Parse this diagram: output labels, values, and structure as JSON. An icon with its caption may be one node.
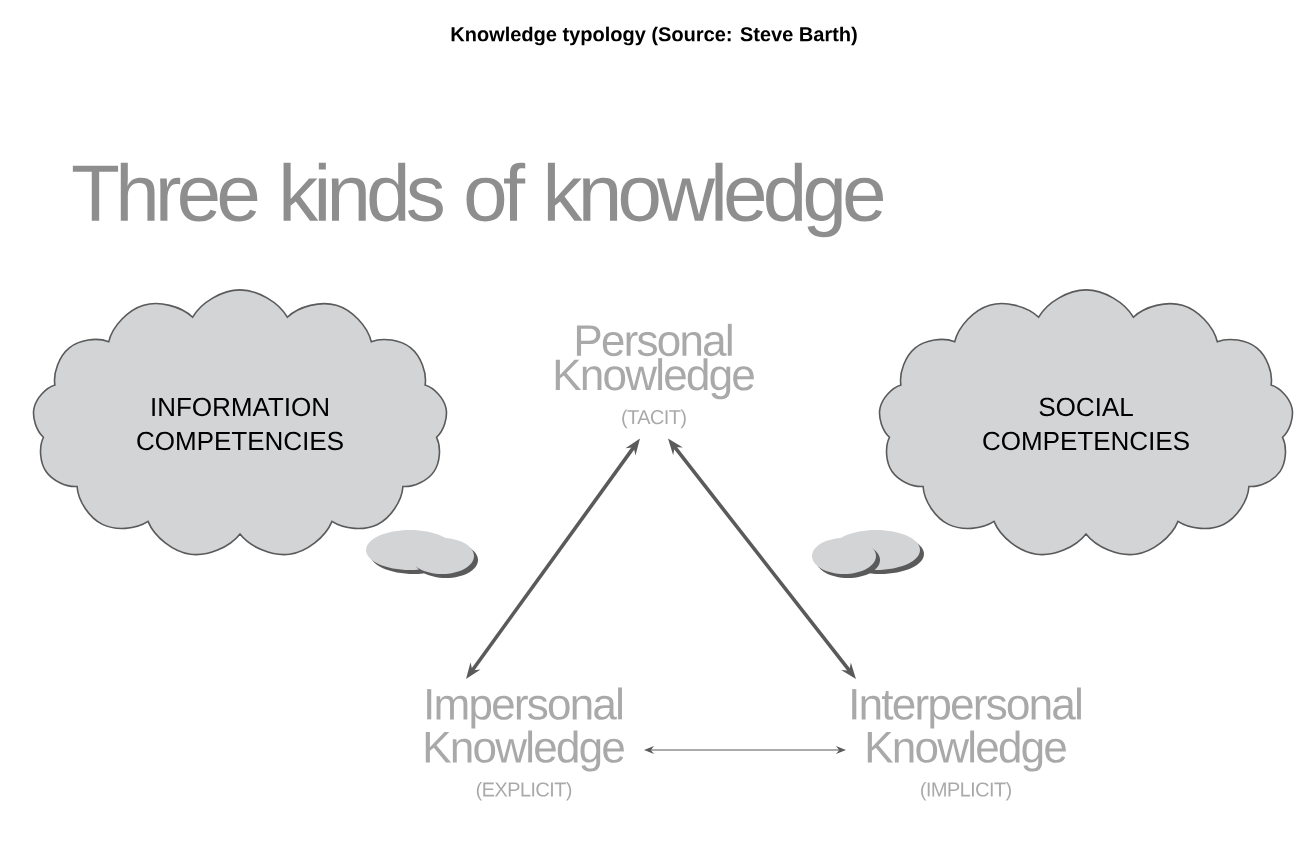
{
  "diagram": {
    "title": "Knowledge typology (Source: Steve Barth)",
    "nodes": [
      {
        "text": [
          "INFORMATION COMPETENCIES"
        ]
      },
      {
        "text": [
          "Personal Knowledge",
          "(TACIT)"
        ]
      },
      {
        "text": [
          "SOCIAL COMPETENCIES"
        ]
      },
      {
        "text": [
          "Impersonal Knowledge",
          "(EXPLICIT)"
        ]
      },
      {
        "text": [
          "Interpersonal Knowledge",
          "(IMPLICIT)"
        ]
      }
    ],
    "edges": [
      {
        "from": 1,
        "to": 3,
        "arrow": "both"
      },
      {
        "from": 1,
        "to": 4,
        "arrow": "both"
      },
      {
        "from": 3,
        "to": 4,
        "arrow": "both"
      }
    ],
    "labels": [
      "Three kinds of knowledge"
    ]
  }
}
